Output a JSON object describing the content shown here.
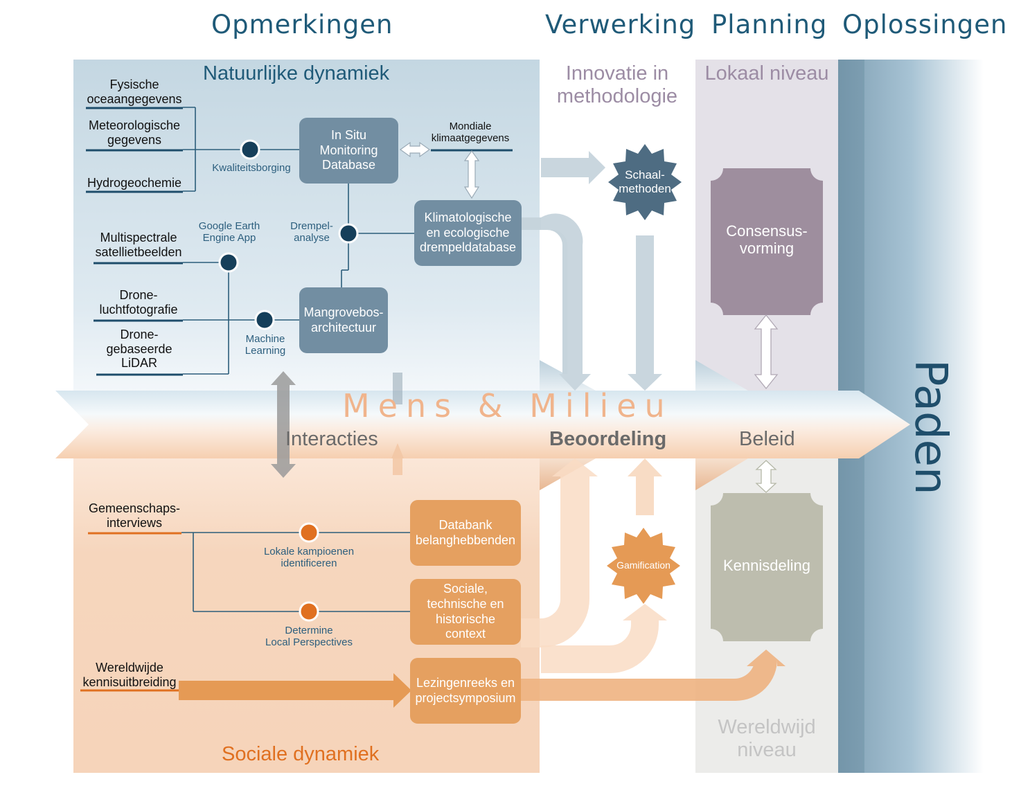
{
  "headers": {
    "opmerkingen": "Opmerkingen",
    "verwerking": "Verwerking",
    "planning": "Planning",
    "oplossingen": "Oplossingen"
  },
  "natural": {
    "title": "Natuurlijke dynamiek",
    "sources": [
      "Fysische\noceaangegevens",
      "Meteorologische\ngegevens",
      "Hydrogeochemie",
      "Multispectrale\nsatellietbeelden",
      "Drone-\nluchtfotografie",
      "Drone-\ngebaseerde\nLiDAR"
    ],
    "nodes": {
      "kwaliteit": "Kwaliteitsborging",
      "drempel": "Drempel-\nanalyse",
      "google": "Google Earth\nEngine App",
      "ml": "Machine\nLearning"
    },
    "boxes": {
      "insitu": "In Situ\nMonitoring\nDatabase",
      "mondiale": "Mondiale\nklimaatgegevens",
      "klimat": "Klimatologische\nen ecologische\ndrempeldatabase",
      "mangrove": "Mangrovebos-\narchitectuur"
    }
  },
  "social": {
    "title": "Sociale dynamiek",
    "sources": [
      "Gemeenschaps-\ninterviews",
      "Wereldwijde\nkennisuitbreiding"
    ],
    "nodes": {
      "kampioenen": "Lokale kampioenen\nidentificeren",
      "perspectives": "Determine\nLocal Perspectives"
    },
    "boxes": {
      "databank": "Databank\nbelanghebbenden",
      "sociale": "Sociale,\ntechnische en\nhistorische\ncontext",
      "lezingen": "Lezingenreeks en\nprojectsymposium"
    }
  },
  "center": {
    "mens": "Mens & Milieu",
    "interacties": "Interacties",
    "beoordeling": "Beoordeling",
    "beleid": "Beleid",
    "paden": "Paden"
  },
  "processing": {
    "innovatie": "Innovatie in\nmethodologie",
    "schaal": "Schaal-\nmethoden",
    "gamification": "Gamification"
  },
  "planning": {
    "lokaal": "Lokaal niveau",
    "consensus": "Consensus-\nvorming",
    "kennis": "Kennisdeling",
    "wereldwijd": "Wereldwijd\nniveau"
  },
  "colors": {
    "navy": "#1f5a78",
    "blue_panel": "#c9dbe5",
    "orange_panel": "#f7d8c0",
    "orange": "#e07020",
    "purple": "#9e8e9e",
    "gray": "#bdbdae"
  }
}
